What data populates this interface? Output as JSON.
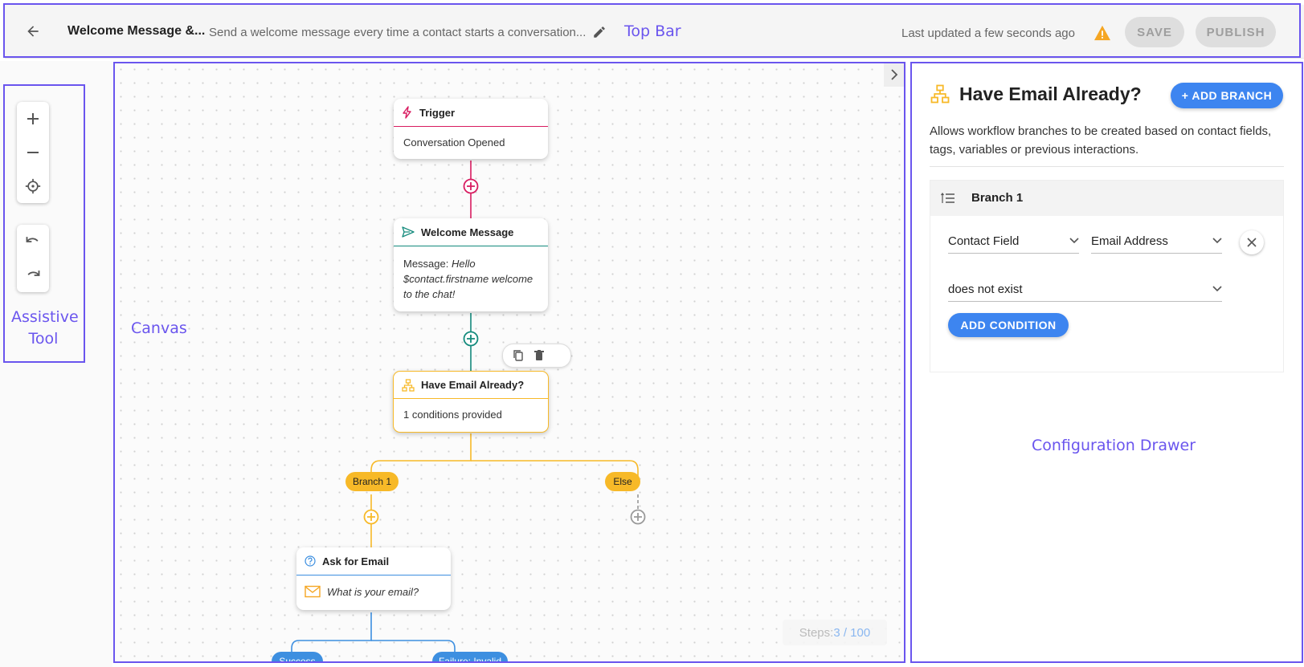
{
  "topbar": {
    "title": "Welcome Message &...",
    "description": "Send a welcome message every time a contact starts a conversation...",
    "last_updated": "Last updated a few seconds ago",
    "save_label": "SAVE",
    "publish_label": "PUBLISH"
  },
  "annotations": {
    "top_bar": "Top Bar",
    "assistive_tool": "Assistive Tool",
    "canvas": "Canvas",
    "configuration_drawer": "Configuration Drawer"
  },
  "canvas": {
    "nodes": {
      "trigger": {
        "title": "Trigger",
        "body": "Conversation Opened"
      },
      "welcome": {
        "title": "Welcome Message",
        "body_prefix": "Message: ",
        "body_italic": "Hello $contact.firstname welcome to the chat!"
      },
      "branch": {
        "title": "Have Email Already?",
        "body": "1 conditions provided"
      },
      "ask": {
        "title": "Ask for Email",
        "body": "What is your email?"
      }
    },
    "badges": {
      "branch1": "Branch 1",
      "else": "Else",
      "success": "Success",
      "failure": "Failure: Invalid"
    },
    "steps_label": "Steps: ",
    "steps_value": "3 / 100"
  },
  "drawer": {
    "title": "Have Email Already?",
    "add_branch_label": "+ ADD BRANCH",
    "description": "Allows workflow branches to be created based on contact fields, tags, variables or previous interactions.",
    "branch_label": "Branch 1",
    "condition": {
      "field_type": "Contact Field",
      "field_name": "Email Address",
      "operator": "does not exist"
    },
    "add_condition_label": "ADD CONDITION"
  },
  "colors": {
    "accent": "#6a55ee",
    "trigger": "#d81b60",
    "message": "#138a7c",
    "branch": "#f7b928",
    "question": "#3d8fe0",
    "primary_button": "#3d85f0"
  },
  "icons": [
    "back-arrow-icon",
    "edit-pencil-icon",
    "warning-icon",
    "plus-icon",
    "minus-icon",
    "crosshair-icon",
    "undo-icon",
    "redo-icon",
    "chevron-right-icon",
    "bolt-icon",
    "send-icon",
    "branch-icon",
    "question-icon",
    "mail-icon",
    "copy-icon",
    "trash-icon",
    "list-icon",
    "chevron-down-icon",
    "close-icon"
  ]
}
